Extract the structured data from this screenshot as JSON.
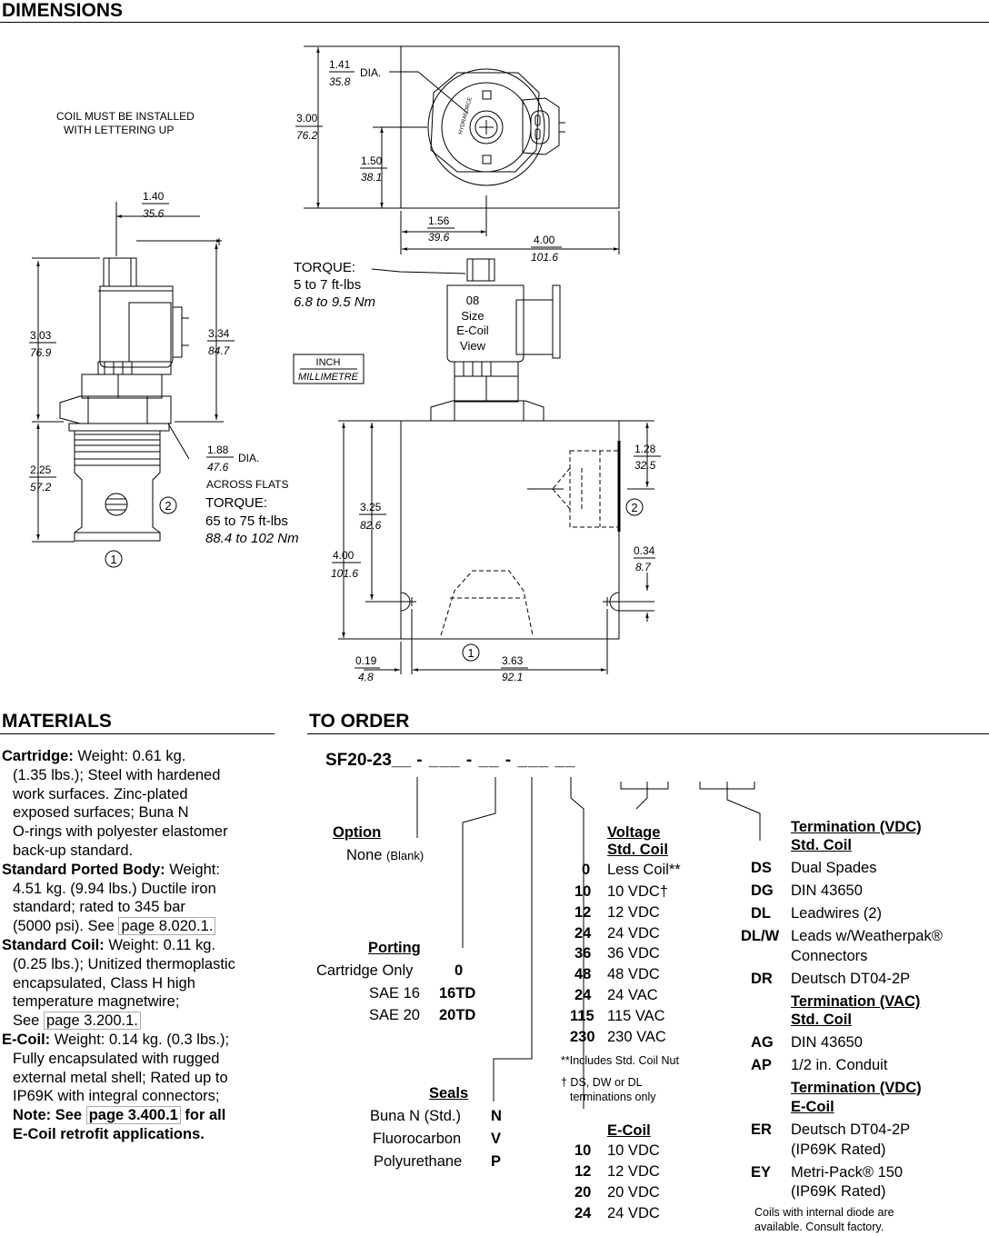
{
  "header": {
    "title": "DIMENSIONS"
  },
  "drawing": {
    "coil_note_1": "COIL MUST BE INSTALLED",
    "coil_note_2": "WITH LETTERING UP",
    "legend_inch": "INCH",
    "legend_mm": "MILLIMETRE",
    "dims": {
      "d1_41": "1.41",
      "d1_41mm": "35.8",
      "dia": "DIA.",
      "d3_00": "3.00",
      "d3_00mm": "76.2",
      "d1_50": "1.50",
      "d1_50mm": "38.1",
      "d1_56": "1.56",
      "d1_56mm": "39.6",
      "d4_00a": "4.00",
      "d4_00amm": "101.6",
      "d1_40": "1.40",
      "d1_40mm": "35.6",
      "d3_03": "3.03",
      "d3_03mm": "76.9",
      "d3_34": "3.34",
      "d3_34mm": "84.7",
      "d2_25": "2.25",
      "d2_25mm": "57.2",
      "d1_88": "1.88",
      "d1_88mm": "47.6",
      "dia2": "DIA.",
      "across_flats": "ACROSS FLATS",
      "torque_label": "TORQUE:",
      "torque_cart_1": "65 to 75 ft-lbs",
      "torque_cart_2": "88.4 to 102 Nm",
      "torque_label_2": "TORQUE:",
      "torque_nut_1": "5 to 7 ft-lbs",
      "torque_nut_2": "6.8 to 9.5 Nm",
      "ecoil_1": "08",
      "ecoil_2": "Size",
      "ecoil_3": "E-Coil",
      "ecoil_4": "View",
      "d3_25": "3.25",
      "d3_25mm": "82.6",
      "d4_00b": "4.00",
      "d4_00bmm": "101.6",
      "d1_28": "1.28",
      "d1_28mm": "32.5",
      "d0_34": "0.34",
      "d0_34mm": "8.7",
      "d0_19": "0.19",
      "d0_19mm": "4.8",
      "d3_63": "3.63",
      "d3_63mm": "92.1",
      "port1": "1",
      "port2": "2",
      "port1b": "1",
      "port2b": "2",
      "hydraforce": "HYDRAFORCE"
    }
  },
  "materials": {
    "title": "MATERIALS",
    "cartridge_label": "Cartridge:",
    "cartridge_l1": " Weight: 0.61 kg.",
    "cartridge_l2": "(1.35 lbs.); Steel with hardened",
    "cartridge_l3": "work surfaces. Zinc-plated",
    "cartridge_l4": "exposed surfaces; Buna N",
    "cartridge_l5": "O-rings with polyester elastomer",
    "cartridge_l6": "back-up standard.",
    "body_label": "Standard Ported Body:",
    "body_l1": " Weight:",
    "body_l2": "4.51 kg. (9.94 lbs.) Ductile iron",
    "body_l3": "standard; rated to 345 bar",
    "body_l4": "(5000 psi). See ",
    "body_link": "page 8.020.1.",
    "coil_label": "Standard Coil:",
    "coil_l1": " Weight: 0.11 kg.",
    "coil_l2": "(0.25 lbs.); Unitized thermoplastic",
    "coil_l3": "encapsulated, Class H high",
    "coil_l4": "temperature magnetwire;",
    "coil_l5": "See ",
    "coil_link": "page 3.200.1.",
    "ecoil_label": "E-Coil:",
    "ecoil_l1": " Weight: 0.14 kg. (0.3 lbs.);",
    "ecoil_l2": "Fully encapsulated with rugged",
    "ecoil_l3": "external metal shell; Rated up to",
    "ecoil_l4": "IP69K with integral connectors;",
    "ecoil_note1": "Note: See ",
    "ecoil_link": "page 3.400.1",
    "ecoil_note2": " for all",
    "ecoil_note3": "E-Coil retrofit applications."
  },
  "order": {
    "title": "TO ORDER",
    "code_prefix": "SF20-23__",
    "code_rest": " - ___ - __ - ___ __",
    "option": {
      "title": "Option",
      "none": "None",
      "blank": "(Blank)"
    },
    "porting": {
      "title": "Porting",
      "rows": [
        {
          "name": "Cartridge Only",
          "code": "0"
        },
        {
          "name": "SAE 16",
          "code": "16TD"
        },
        {
          "name": "SAE 20",
          "code": "20TD"
        }
      ]
    },
    "seals": {
      "title": "Seals",
      "rows": [
        {
          "name": "Buna N (Std.)",
          "code": "N"
        },
        {
          "name": "Fluorocarbon",
          "code": "V"
        },
        {
          "name": "Polyurethane",
          "code": "P"
        }
      ]
    },
    "voltage": {
      "title1": "Voltage",
      "title2": "Std. Coil",
      "rows": [
        {
          "code": "0",
          "name": "Less Coil**"
        },
        {
          "code": "10",
          "name": "10 VDC†"
        },
        {
          "code": "12",
          "name": "12 VDC"
        },
        {
          "code": "24",
          "name": "24 VDC"
        },
        {
          "code": "36",
          "name": "36 VDC"
        },
        {
          "code": "48",
          "name": "48 VDC"
        },
        {
          "code": "24",
          "name": "24 VAC"
        },
        {
          "code": "115",
          "name": "115 VAC"
        },
        {
          "code": "230",
          "name": "230 VAC"
        }
      ],
      "note1": "**Includes Std. Coil Nut",
      "note2a": "† DS, DW or DL",
      "note2b": "terminations only"
    },
    "ecoil": {
      "title": "E-Coil",
      "rows": [
        {
          "code": "10",
          "name": "10 VDC"
        },
        {
          "code": "12",
          "name": "12 VDC"
        },
        {
          "code": "20",
          "name": "20 VDC"
        },
        {
          "code": "24",
          "name": "24 VDC"
        }
      ]
    },
    "term_vdc": {
      "title1": "Termination (VDC)",
      "title2": "Std. Coil",
      "rows": [
        {
          "code": "DS",
          "name": "Dual Spades"
        },
        {
          "code": "DG",
          "name": "DIN 43650"
        },
        {
          "code": "DL",
          "name": "Leadwires (2)"
        },
        {
          "code": "DL/W",
          "name": "Leads w/Weatherpak®",
          "name2": "Connectors"
        },
        {
          "code": "DR",
          "name": "Deutsch DT04-2P"
        }
      ]
    },
    "term_vac": {
      "title1": "Termination (VAC)",
      "title2": "Std. Coil",
      "rows": [
        {
          "code": "AG",
          "name": "DIN 43650"
        },
        {
          "code": "AP",
          "name": "1/2 in. Conduit"
        }
      ]
    },
    "term_ecoil": {
      "title1": "Termination (VDC)",
      "title2": "E-Coil",
      "rows": [
        {
          "code": "ER",
          "name": "Deutsch DT04-2P",
          "name2": "(IP69K Rated)"
        },
        {
          "code": "EY",
          "name": "Metri-Pack® 150",
          "name2": "(IP69K Rated)"
        }
      ]
    },
    "diode_note1": "Coils with internal diode are",
    "diode_note2": "available. Consult factory."
  }
}
